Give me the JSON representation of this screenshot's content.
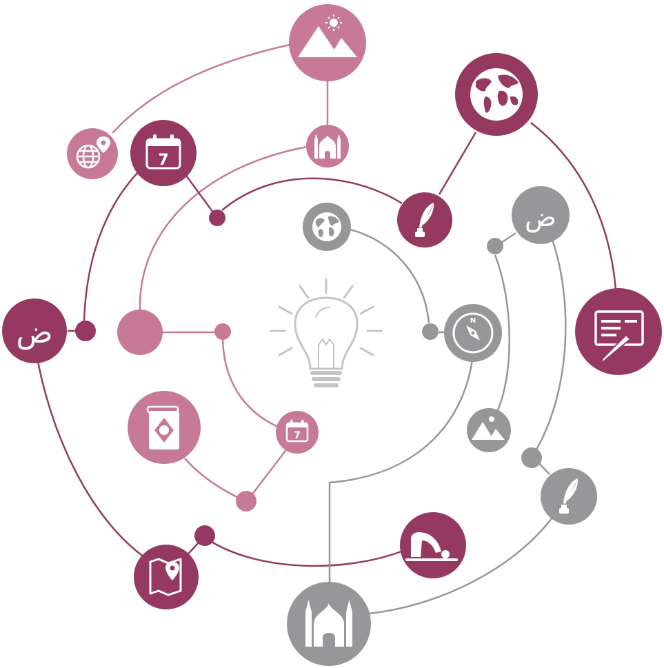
{
  "palette": {
    "dark": "#953960",
    "light": "#c77a97",
    "gray": "#979699",
    "bulb": "#c4c4c4",
    "white": "#ffffff"
  },
  "labels": {
    "letter_dad": "ض",
    "calendar_day": "7",
    "compass_north": "N"
  },
  "nodes": [
    {
      "name": "mountain-sun-node",
      "icon": "mountain-sun-icon",
      "tone": "light"
    },
    {
      "name": "globe-pin-node",
      "icon": "globe-pin-icon",
      "tone": "light"
    },
    {
      "name": "mosque-small-node",
      "icon": "mosque-icon",
      "tone": "light"
    },
    {
      "name": "calendar-dark-node",
      "icon": "calendar-icon",
      "tone": "dark"
    },
    {
      "name": "world-map-node",
      "icon": "world-map-icon",
      "tone": "dark"
    },
    {
      "name": "quill-dark-node",
      "icon": "quill-icon",
      "tone": "dark"
    },
    {
      "name": "arabic-letter-dark-node",
      "icon": "arabic-letter-icon",
      "tone": "dark"
    },
    {
      "name": "presentation-board-node",
      "icon": "presentation-icon",
      "tone": "dark"
    },
    {
      "name": "quran-book-node",
      "icon": "book-icon",
      "tone": "light"
    },
    {
      "name": "calendar-light-node",
      "icon": "calendar-icon",
      "tone": "light"
    },
    {
      "name": "map-pin-node",
      "icon": "map-icon",
      "tone": "dark"
    },
    {
      "name": "prayer-node",
      "icon": "prayer-icon",
      "tone": "dark"
    },
    {
      "name": "globe-gray-node",
      "icon": "globe-icon",
      "tone": "gray"
    },
    {
      "name": "arabic-letter-gray-node",
      "icon": "arabic-letter-icon",
      "tone": "gray"
    },
    {
      "name": "compass-node",
      "icon": "compass-icon",
      "tone": "gray"
    },
    {
      "name": "mountain-gray-node",
      "icon": "mountain-sun-icon",
      "tone": "gray"
    },
    {
      "name": "quill-gray-node",
      "icon": "quill-icon",
      "tone": "gray"
    },
    {
      "name": "mosque-large-node",
      "icon": "mosque-icon",
      "tone": "gray"
    },
    {
      "name": "lightbulb-center",
      "icon": "lightbulb-icon",
      "tone": "bulb"
    }
  ]
}
